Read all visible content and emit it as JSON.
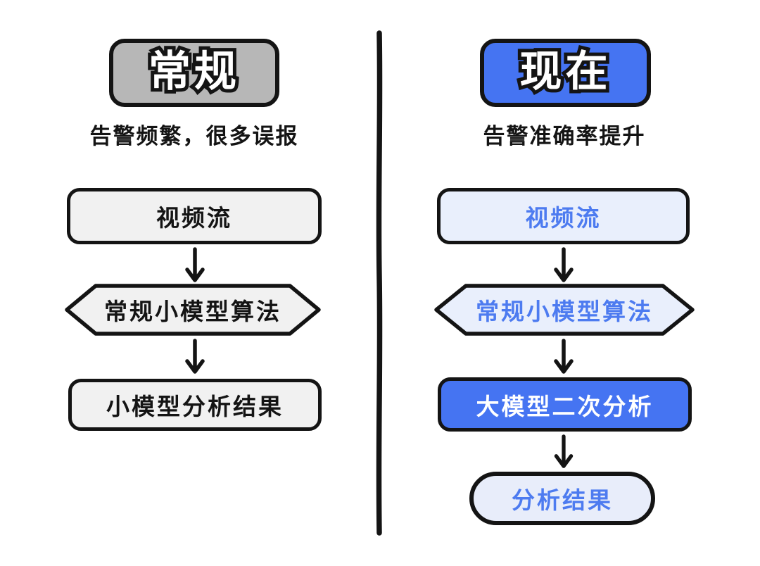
{
  "colors": {
    "ink": "#141414",
    "paper": "#ffffff",
    "gray_header_fill": "#b7b7b7",
    "light_gray_fill": "#f1f1f1",
    "blue_fill": "#4574f2",
    "light_blue_fill": "#e9effc",
    "pill_fill": "#e8edfa",
    "blue_text": "#4d7bf0",
    "white_text": "#ffffff"
  },
  "left_panel": {
    "header": "常规",
    "subtitle": "告警频繁，很多误报",
    "nodes": [
      {
        "label": "视频流",
        "shape": "rounded-rect"
      },
      {
        "label": "常规小模型算法",
        "shape": "hexagon"
      },
      {
        "label": "小模型分析结果",
        "shape": "rounded-rect"
      }
    ]
  },
  "right_panel": {
    "header": "现在",
    "subtitle": "告警准确率提升",
    "nodes": [
      {
        "label": "视频流",
        "shape": "rounded-rect"
      },
      {
        "label": "常规小模型算法",
        "shape": "hexagon"
      },
      {
        "label": "大模型二次分析",
        "shape": "rounded-rect-emphasis"
      },
      {
        "label": "分析结果",
        "shape": "stadium"
      }
    ]
  }
}
